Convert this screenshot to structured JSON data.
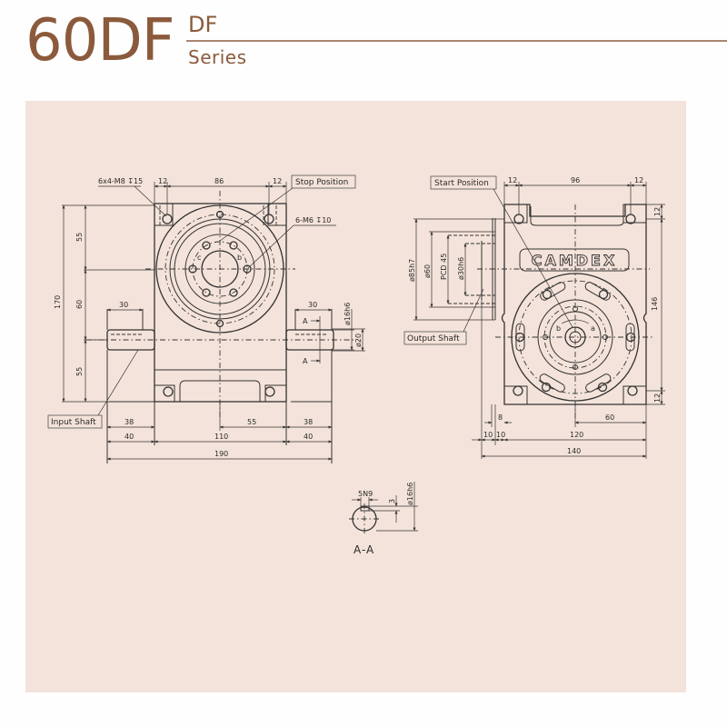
{
  "header": {
    "model": "60DF",
    "series_code": "DF",
    "series_word": "Series"
  },
  "colors": {
    "brand_brown": "#8b5a3c",
    "rule": "#a88670",
    "panel_bg": "#f4e3da",
    "line": "#333333"
  },
  "front_view": {
    "callouts": {
      "mount_holes": "6x4-M8 ↧15",
      "stop_position": "Stop Position",
      "tapped_holes": "6-M6 ↧10",
      "input_shaft": "Input Shaft"
    },
    "dims": {
      "top_left": "12",
      "top_mid": "86",
      "top_right": "12",
      "height_total": "170",
      "height_upper": "55",
      "height_mid": "60",
      "height_lower": "55",
      "shaft_len_left": "30",
      "shaft_len_right": "30",
      "shaft_dia": "ø16h6",
      "shaft_collar_dia": "ø20",
      "section_mark_top": "A",
      "section_mark_bottom": "A",
      "bottom_38_left": "38",
      "bottom_55": "55",
      "bottom_38_right": "38",
      "bottom_40_left": "40",
      "bottom_110": "110",
      "bottom_40_right": "40",
      "bottom_190": "190",
      "rot_c": "c",
      "rot_b": "b"
    }
  },
  "side_view": {
    "callouts": {
      "start_position": "Start Position",
      "output_shaft": "Output Shaft",
      "brand_plate": "CAMDEX"
    },
    "dims": {
      "top_left": "12",
      "top_mid": "96",
      "top_right": "12",
      "right_top": "12",
      "right_146": "146",
      "right_bottom": "12",
      "dia_85": "ø85h7",
      "dia_60": "ø60",
      "pcd": "PCD 45",
      "dia_30": "ø30h6",
      "b8": "8",
      "b60": "60",
      "b10a": "10",
      "b10b": "10",
      "b120": "120",
      "b140": "140",
      "rot_b": "b",
      "rot_a": "a"
    }
  },
  "section_view": {
    "title": "A-A",
    "key_width": "5N9",
    "key_depth": "3",
    "shaft_dia": "ø16h6"
  }
}
